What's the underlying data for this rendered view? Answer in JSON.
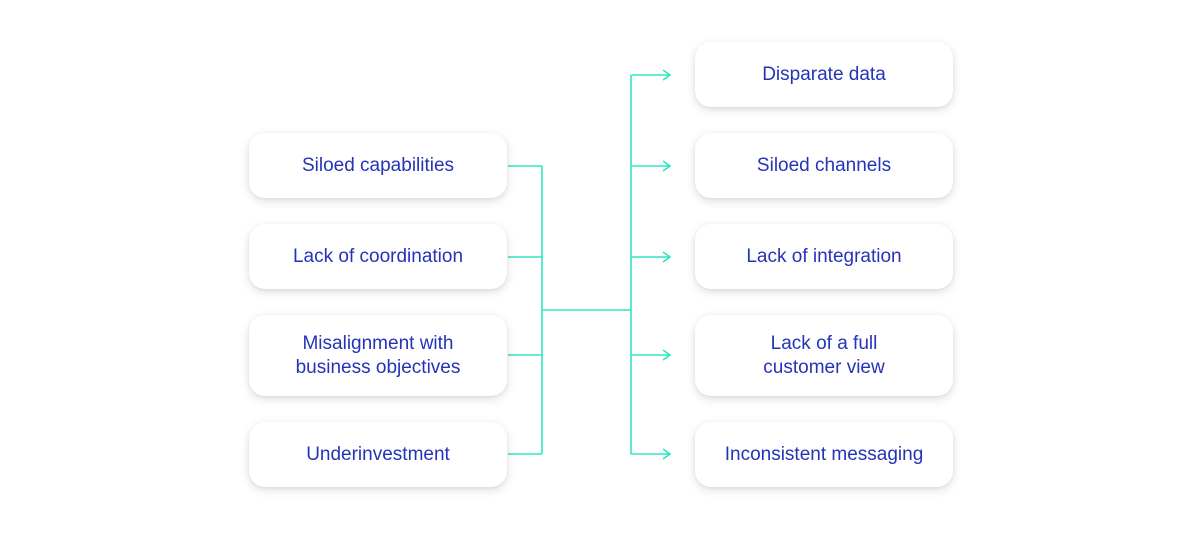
{
  "causes": [
    {
      "label": "Siloed capabilities"
    },
    {
      "label": "Lack of coordination"
    },
    {
      "label": "Misalignment with\nbusiness objectives"
    },
    {
      "label": "Underinvestment"
    }
  ],
  "effects": [
    {
      "label": "Disparate data"
    },
    {
      "label": "Siloed channels"
    },
    {
      "label": "Lack of integration"
    },
    {
      "label": "Lack of a full\ncustomer view"
    },
    {
      "label": "Inconsistent messaging"
    }
  ],
  "colors": {
    "text": "#2433b8",
    "connector": "#2ee6c0",
    "card": "#ffffff"
  }
}
